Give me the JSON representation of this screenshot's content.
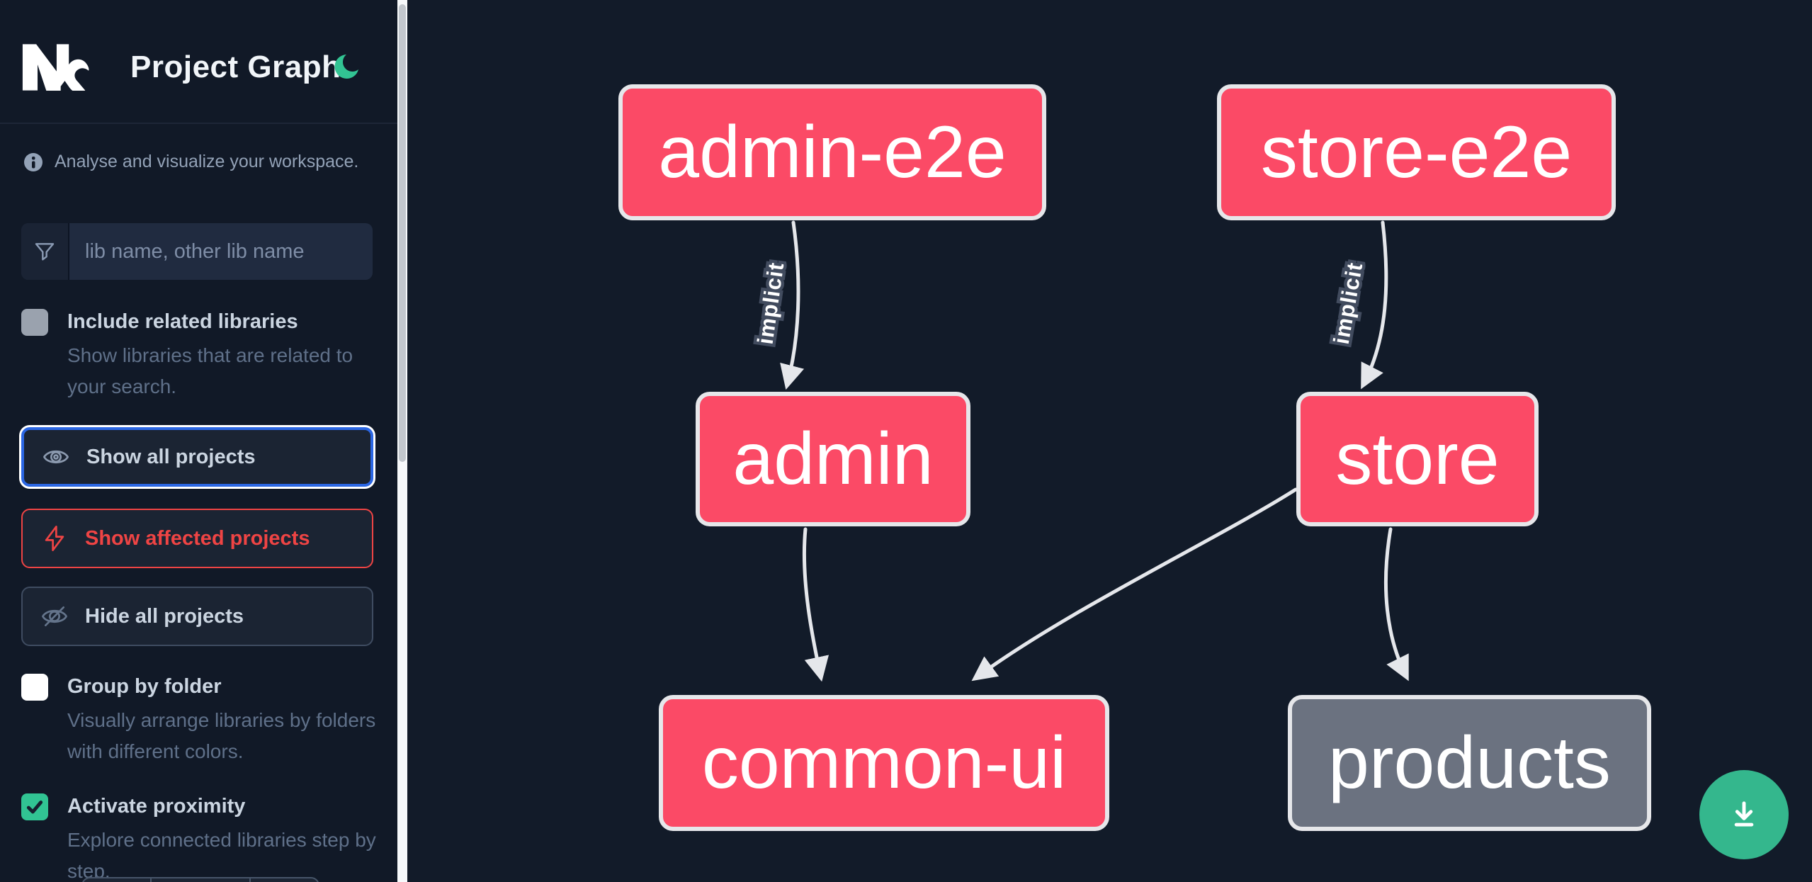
{
  "header": {
    "title": "Project Graph",
    "logo": "nx-logo",
    "theme_toggle": "moon-icon"
  },
  "sidebar": {
    "info_text": "Analyse and visualize your workspace.",
    "search_placeholder": "lib name, other lib name",
    "toggles": [
      {
        "label": "Include related libraries",
        "description": "Show libraries that are related to your search.",
        "checked": false
      },
      {
        "label": "Group by folder",
        "description": "Visually arrange libraries by folders with different colors.",
        "checked": false
      },
      {
        "label": "Activate proximity",
        "description": "Explore connected libraries step by step.",
        "checked": true
      }
    ],
    "actions": [
      {
        "label": "Show all projects",
        "icon": "eye-icon",
        "focused": true
      },
      {
        "label": "Show affected projects",
        "icon": "bolt-icon",
        "focused": false
      },
      {
        "label": "Hide all projects",
        "icon": "eye-off-icon",
        "focused": false
      }
    ]
  },
  "graph": {
    "nodes": [
      {
        "id": "admin-e2e",
        "label": "admin-e2e",
        "variant": "pink"
      },
      {
        "id": "store-e2e",
        "label": "store-e2e",
        "variant": "pink"
      },
      {
        "id": "admin",
        "label": "admin",
        "variant": "pink"
      },
      {
        "id": "store",
        "label": "store",
        "variant": "pink"
      },
      {
        "id": "common-ui",
        "label": "common-ui",
        "variant": "pink"
      },
      {
        "id": "products",
        "label": "products",
        "variant": "gray"
      }
    ],
    "edges": [
      {
        "source": "admin-e2e",
        "target": "admin",
        "label": "implicit"
      },
      {
        "source": "store-e2e",
        "target": "store",
        "label": "implicit"
      },
      {
        "source": "admin",
        "target": "common-ui",
        "label": ""
      },
      {
        "source": "store",
        "target": "common-ui",
        "label": ""
      },
      {
        "source": "store",
        "target": "products",
        "label": ""
      }
    ]
  },
  "fab": {
    "icon": "download-icon"
  },
  "colors": {
    "node_pink": "#fb4a66",
    "node_gray": "#6b7280",
    "node_border": "#e6e7ea",
    "edge_gray": "#e5e7eb",
    "focus_blue": "#2b66e3",
    "affected_red": "#ef4444",
    "accent_green": "#34b78d",
    "moon_green": "#32c493",
    "sidebar_bg": "#111927",
    "canvas_bg": "#121b29"
  }
}
